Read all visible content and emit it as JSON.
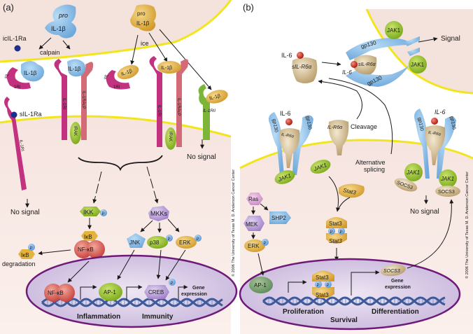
{
  "panel_a": {
    "label": "(a)",
    "extracellular": {
      "pro_il1b_blue": "pro",
      "pro_il1b_blue_2": "IL-1β",
      "pro_il1b_gold": "pro",
      "pro_il1b_gold_2": "IL-1β",
      "icil1ra": "icIL-1Ra",
      "calpain": "calpain",
      "ice": "ice",
      "il1b": "IL-1β",
      "sil1ri": "sIL",
      "sil1ri_2": "1RI",
      "sil1ra": "sIL-1Ra",
      "il1rii": "IL-1RII"
    },
    "receptors": {
      "il1ri": "IL-1RI",
      "il1racp": "IL-1RAcP",
      "irak": "IRAK"
    },
    "cytoplasm": {
      "no_signal_left": "No signal",
      "no_signal_right": "No signal",
      "ikk": "IKK",
      "ikb": "IκB",
      "nfkb": "NF-κB",
      "ikb_degradation_label": "IκB",
      "degradation": "degradation",
      "mkks": "MKKs",
      "jnk": "JNK",
      "p38": "p38",
      "erk": "ERK",
      "p": "P"
    },
    "nucleus": {
      "nfkb": "NF-κB",
      "ap1": "AP-1",
      "creb": "CREB",
      "gene": "Gene",
      "expression": "expression",
      "inflammation": "Inflammation",
      "immunity": "Immunity"
    }
  },
  "panel_b": {
    "label": "(b)",
    "extracellular": {
      "il6": "IL-6",
      "sil_r6a": "sIL-R6α",
      "il_r6a": "IL-R6α",
      "gp130": "gp130",
      "cleavage": "Cleavage",
      "alternative": "Alternative",
      "splicing": "splicing"
    },
    "trans_cell": {
      "jak1": "JAK1",
      "signal": "Signal"
    },
    "cytoplasm": {
      "jak1": "JAK1",
      "ras": "Ras",
      "shp2": "SHP2",
      "mek": "MEK",
      "erk": "ERK",
      "stat3": "Stat3",
      "socs3": "SOCS3",
      "no_signal": "No signal",
      "p": "P"
    },
    "nucleus": {
      "ap1": "AP-1",
      "stat3": "Stat3",
      "socs3": "SOCS3",
      "gene": "Gene",
      "expression": "expression",
      "proliferation": "Proliferation",
      "survival": "Survival",
      "differentiation": "Differentiation"
    }
  },
  "copyright": "© 2006 The University of Texas M. D. Anderson Cancer Center",
  "colors": {
    "membrane": "#f2e51e",
    "cytoplasm": "#f3dcd6",
    "extracell_top": "#f4e3de",
    "nucleus": "#d9cde6",
    "nucleus_border": "#6f1a78",
    "dna": "#3e5a9a",
    "il1b_blue": "#8fc3ea",
    "il1b_gold": "#e2b54c",
    "receptor_magenta": "#c2327f",
    "receptor_pink": "#d36a78",
    "irak_green": "#7fbf46",
    "il1rii_green": "#7db53a",
    "nfkb_red": "#d3574f",
    "jak1_green": "#9cc92a",
    "stat3_gold": "#e3b33e",
    "socs3_tan": "#c7b98e",
    "gp130_blue": "#6ea6dd",
    "il6_red": "#c4221a",
    "p_blue": "#5f9fe3"
  }
}
